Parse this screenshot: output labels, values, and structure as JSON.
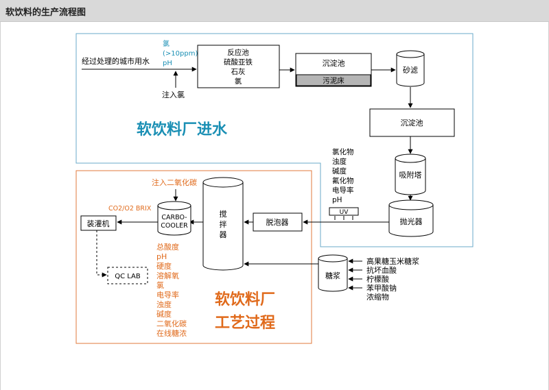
{
  "page": {
    "title": "软饮料的生产流程图"
  },
  "colors": {
    "blue": "#1a8fb4",
    "orange": "#e06a1b",
    "region_blue": "#6aaac8",
    "region_orange": "#e07a3b"
  },
  "water_intake": {
    "title": "软饮料厂进水",
    "source": "经过处理的城市用水",
    "chlorine_notes": [
      "氯",
      "(>10ppm)",
      "pH"
    ],
    "inject_chlorine": "注入氯",
    "reaction_tank": [
      "反应池",
      "硫酸亚铁",
      "石灰",
      "氯"
    ],
    "sedimentation_1": "沉淀池",
    "sludge_bed": "污泥床",
    "sand_filter": "砂滤",
    "sedimentation_2": "沉淀池",
    "adsorption_tower": "吸附塔",
    "polisher": "抛光器",
    "uv": "UV",
    "water_params": [
      "氯化物",
      "浊度",
      "碱度",
      "氟化物",
      "电导率",
      "pH"
    ]
  },
  "process": {
    "title_line1": "软饮料厂",
    "title_line2": "工艺过程",
    "inject_co2": "注入二氧化碳",
    "co2_o2_brix": "CO2/O2 BRIX",
    "carbo_cooler": [
      "CARBO-",
      "COOLER"
    ],
    "filler": "装灌机",
    "qc_lab": "QC LAB",
    "mixer": "搅拌器",
    "degasser": "脱泡器",
    "syrup": "糖浆",
    "syrup_ingredients": [
      "高果糖玉米糖浆",
      "抗坏血酸",
      "柠檬酸",
      "苯甲酸钠",
      "浓缩物"
    ],
    "quality_params": [
      "总酸度",
      "pH",
      "硬度",
      "溶解氧",
      "氯",
      "电导率",
      "浊度",
      "碱度",
      "二氧化碳",
      "在线糖浓"
    ]
  }
}
